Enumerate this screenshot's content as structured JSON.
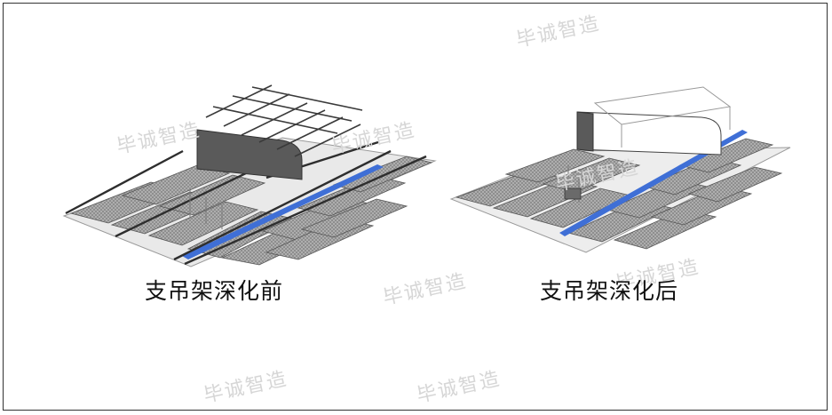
{
  "captions": {
    "before": "支吊架深化前",
    "after": "支吊架深化后"
  },
  "watermark": "毕诚智造",
  "colors": {
    "panel_fill": "#7d7d7d",
    "panel_mesh": "#b8b8b8",
    "beam": "#2e2e2e",
    "duct": "#5a5a5a",
    "accent_blue": "#3f6fd6",
    "watermark": "#d6d6d6"
  }
}
